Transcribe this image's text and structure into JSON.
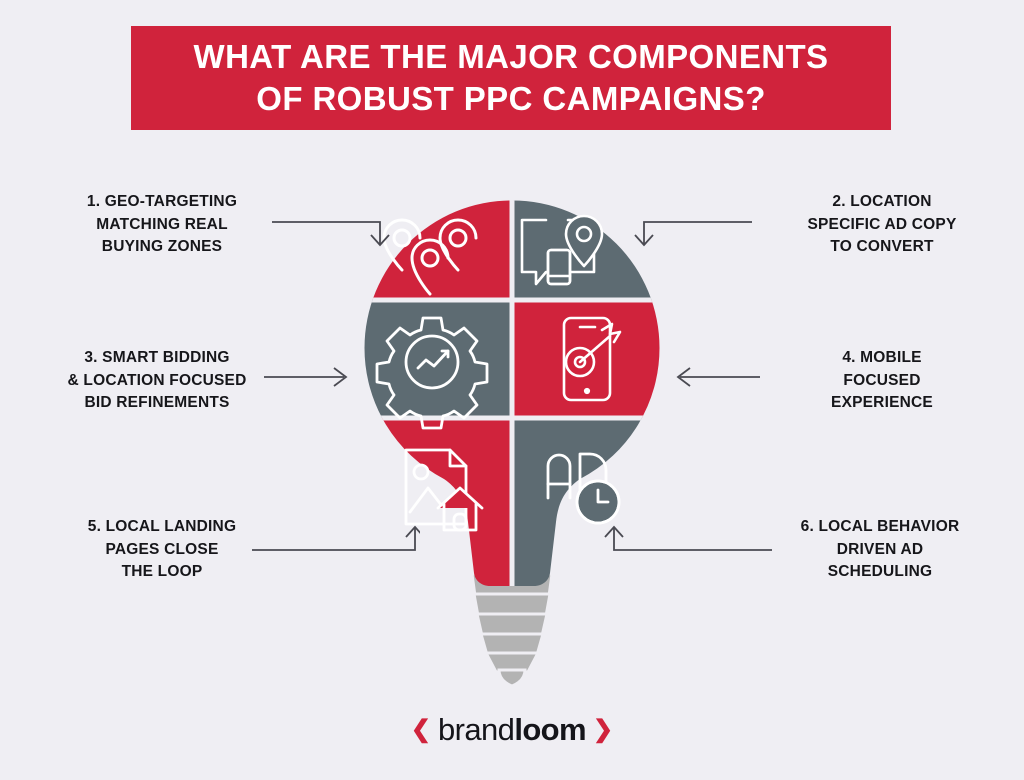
{
  "page": {
    "background_color": "#efeef3",
    "accent_red": "#d0233c",
    "accent_gray": "#5d6b72",
    "base_gray": "#b0b0b0",
    "text_color": "#16161a"
  },
  "header": {
    "banner_color": "#d0233c",
    "title_line_1": "WHAT ARE THE MAJOR COMPONENTS",
    "title_line_2": "OF ROBUST PPC CAMPAIGNS?"
  },
  "diagram": {
    "shape": "light-bulb",
    "cells": [
      {
        "id": 1,
        "color": "#d0233c",
        "icon": "map-pins-cluster-icon",
        "position": "top-left"
      },
      {
        "id": 2,
        "color": "#5d6b72",
        "icon": "location-chat-bubble-icon",
        "position": "top-right"
      },
      {
        "id": 3,
        "color": "#5d6b72",
        "icon": "gear-trendline-icon",
        "position": "middle-left"
      },
      {
        "id": 4,
        "color": "#d0233c",
        "icon": "mobile-target-dart-icon",
        "position": "middle-right"
      },
      {
        "id": 5,
        "color": "#d0233c",
        "icon": "landing-page-house-icon",
        "position": "bottom-left"
      },
      {
        "id": 6,
        "color": "#5d6b72",
        "icon": "ad-clock-icon",
        "position": "bottom-right"
      }
    ]
  },
  "callouts": [
    {
      "number": "1.",
      "side": "left",
      "lines": [
        "1. GEO-TARGETING",
        "MATCHING REAL",
        "BUYING ZONES"
      ]
    },
    {
      "number": "2.",
      "side": "right",
      "lines": [
        "2. LOCATION",
        "SPECIFIC AD COPY",
        "TO CONVERT"
      ]
    },
    {
      "number": "3.",
      "side": "left",
      "lines": [
        "3. SMART BIDDING",
        "& LOCATION FOCUSED",
        "BID REFINEMENTS"
      ]
    },
    {
      "number": "4.",
      "side": "right",
      "lines": [
        "4. MOBILE",
        "FOCUSED",
        "EXPERIENCE"
      ]
    },
    {
      "number": "5.",
      "side": "left",
      "lines": [
        "5. LOCAL LANDING",
        "PAGES CLOSE",
        "THE LOOP"
      ]
    },
    {
      "number": "6.",
      "side": "right",
      "lines": [
        "6. LOCAL BEHAVIOR",
        "DRIVEN AD",
        "SCHEDULING"
      ]
    }
  ],
  "footer": {
    "logo_chevron_left": "❮",
    "logo_chevron_right": "❯",
    "logo_text_light": "brand",
    "logo_text_bold": "loom"
  }
}
